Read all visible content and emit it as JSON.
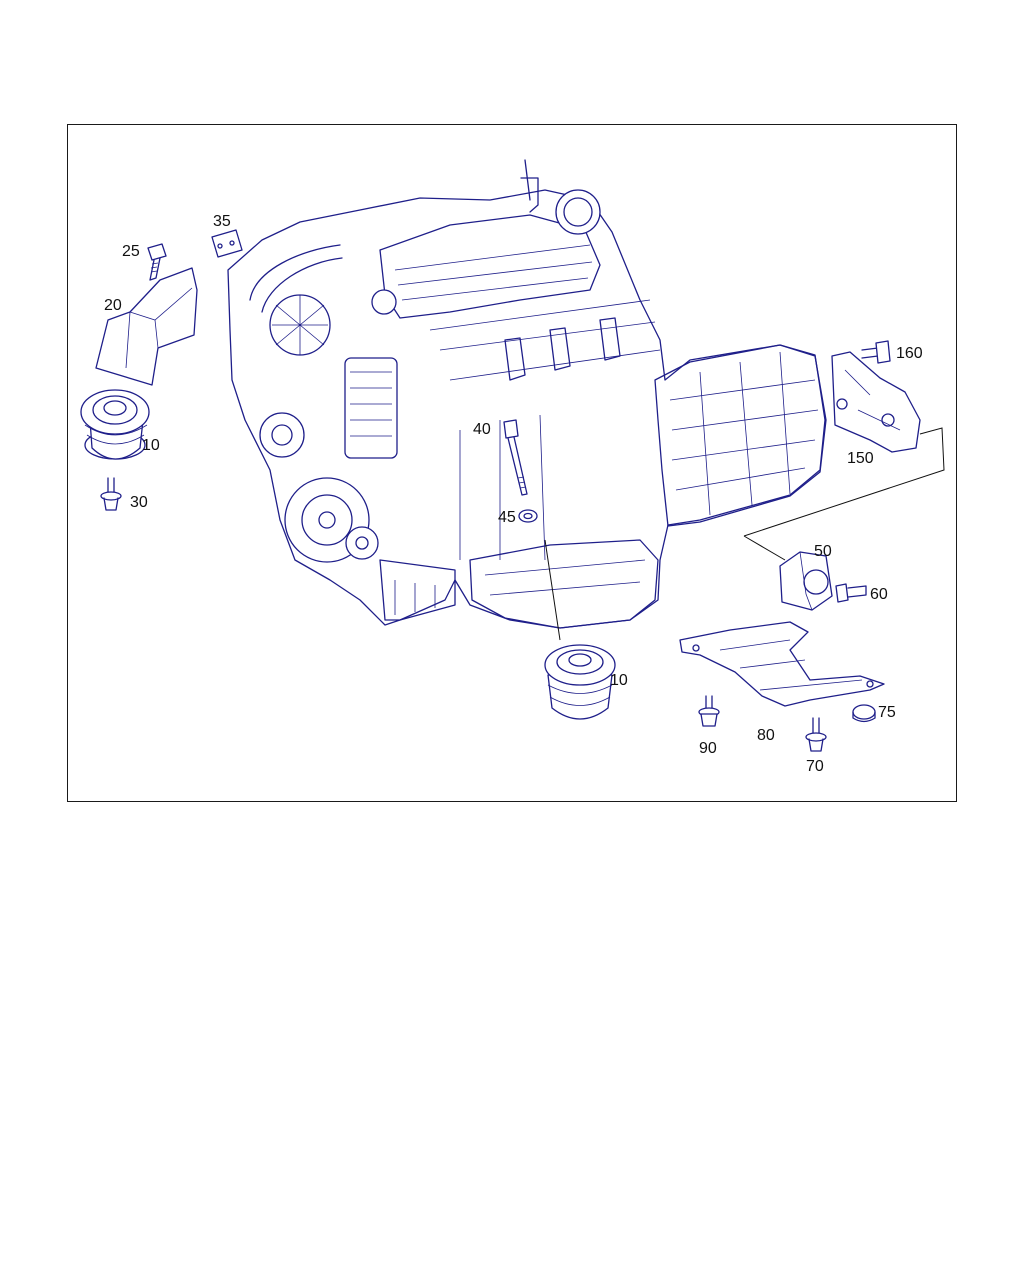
{
  "callouts": {
    "c35": "35",
    "c25": "25",
    "c20": "20",
    "c10a": "10",
    "c30": "30",
    "c40": "40",
    "c45": "45",
    "c160": "160",
    "c150": "150",
    "c50": "50",
    "c60": "60",
    "c10b": "10",
    "c75": "75",
    "c90": "90",
    "c80": "80",
    "c70": "70"
  },
  "colors": {
    "line_art": "#1f1f8a",
    "frame": "#1a1a1a",
    "text": "#111111"
  }
}
